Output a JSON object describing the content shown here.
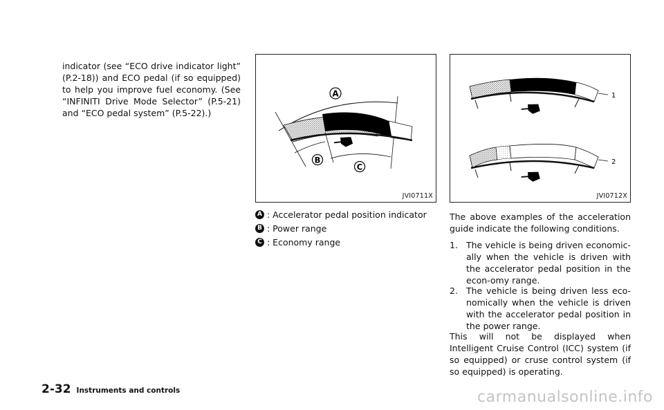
{
  "left_column": {
    "text": "indicator (see “ECO drive indicator light” (P.2-18)) and ECO pedal (if so equipped) to help you improve fuel economy. (See “INFINITI Drive Mode Selector” (P.5-21) and “ECO pedal system” (P.5-22).)"
  },
  "figure1": {
    "code": "JVI0711X",
    "label_a": "A",
    "label_b": "B",
    "label_c": "C"
  },
  "legend": [
    {
      "badge": "A",
      "text": ": Accelerator pedal position indicator"
    },
    {
      "badge": "B",
      "text": ": Power range"
    },
    {
      "badge": "C",
      "text": ": Economy range"
    }
  ],
  "figure2": {
    "code": "JVI0712X",
    "label_1": "1",
    "label_2": "2"
  },
  "right_column": {
    "intro": "The above examples of the acceleration guide indicate the following conditions.",
    "items": [
      {
        "num": "1.",
        "text": "The vehicle is being driven economic-ally when the vehicle is driven with the accelerator pedal position in the econ-omy range."
      },
      {
        "num": "2.",
        "text": "The vehicle is being driven less eco-nomically when the vehicle is driven with the accelerator pedal position in the power range."
      }
    ],
    "closing": "This will not be displayed when Intelligent Cruise Control (ICC) system (if so equipped) or cruse control system (if so equipped) is operating."
  },
  "footer": {
    "page_number": "2-32",
    "section_title": "Instruments and controls"
  },
  "watermark": "carmanualsonline.info"
}
